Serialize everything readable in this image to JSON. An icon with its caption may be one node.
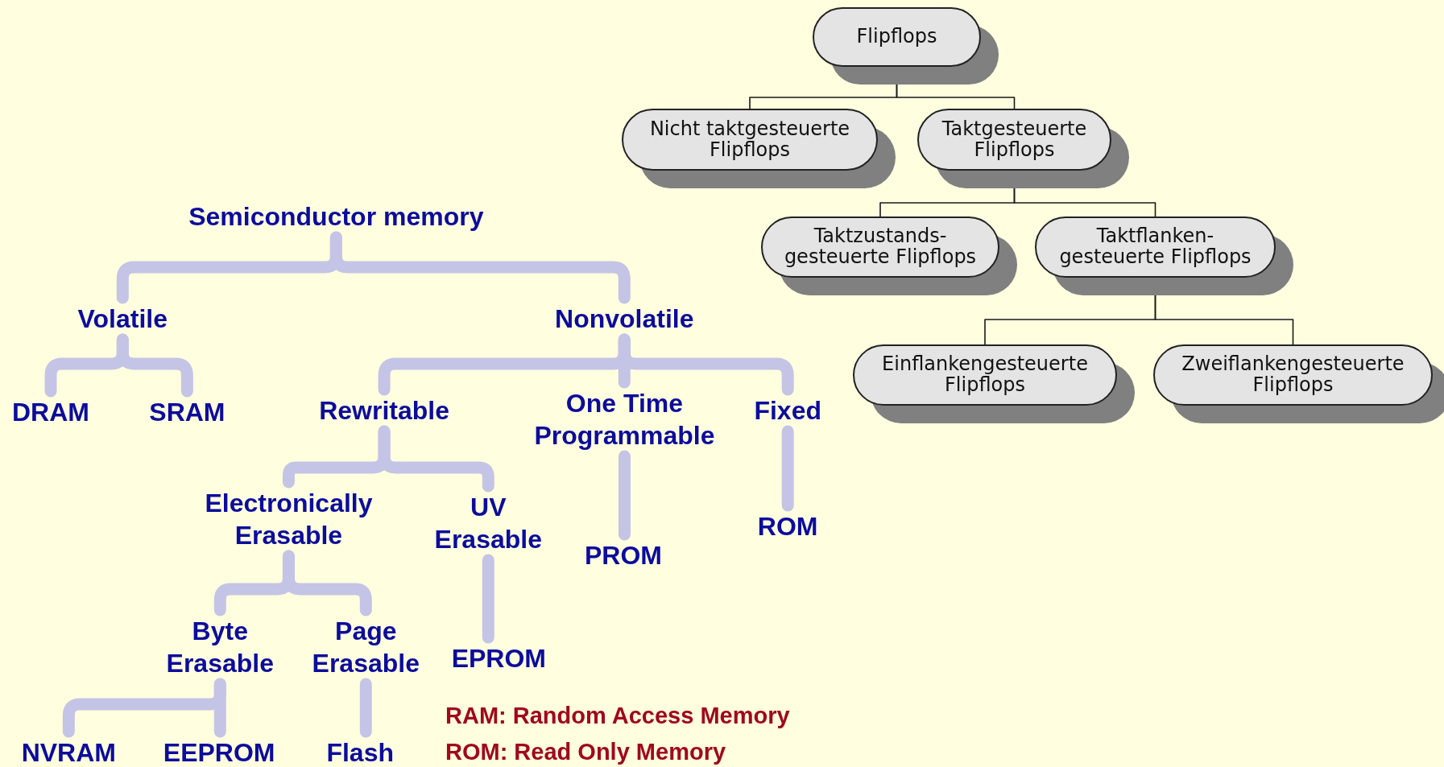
{
  "diagram": {
    "nodes": [
      {
        "text": [
          "Semiconductor memory"
        ]
      },
      {
        "text": [
          "Volatile"
        ]
      },
      {
        "text": [
          "Nonvolatile"
        ]
      },
      {
        "text": [
          "DRAM"
        ]
      },
      {
        "text": [
          "SRAM"
        ]
      },
      {
        "text": [
          "Rewritable"
        ]
      },
      {
        "text": [
          "One Time Programmable"
        ]
      },
      {
        "text": [
          "Fixed"
        ]
      },
      {
        "text": [
          "Electronically Erasable"
        ]
      },
      {
        "text": [
          "UV Erasable"
        ]
      },
      {
        "text": [
          "PROM"
        ]
      },
      {
        "text": [
          "ROM"
        ]
      },
      {
        "text": [
          "Byte Erasable"
        ]
      },
      {
        "text": [
          "Page Erasable"
        ]
      },
      {
        "text": [
          "EPROM"
        ]
      },
      {
        "text": [
          "NVRAM"
        ]
      },
      {
        "text": [
          "EEPROM"
        ]
      },
      {
        "text": [
          "Flash"
        ]
      },
      {
        "text": [
          "Flipflops"
        ]
      },
      {
        "text": [
          "Nicht taktgesteuerte Flipflops"
        ]
      },
      {
        "text": [
          "Taktgesteuerte Flipflops"
        ]
      },
      {
        "text": [
          "Taktzustands- gesteuerte Flipflops"
        ]
      },
      {
        "text": [
          "Taktflanken- gesteuerte Flipflops"
        ]
      },
      {
        "text": [
          "Einflankengesteuerte Flipflops"
        ]
      },
      {
        "text": [
          "Zweiflankengesteuerte Flipflops"
        ]
      }
    ],
    "edges": [
      {
        "from": 0,
        "to": 1,
        "arrow": "none"
      },
      {
        "from": 0,
        "to": 2,
        "arrow": "none"
      },
      {
        "from": 1,
        "to": 3,
        "arrow": "none"
      },
      {
        "from": 1,
        "to": 4,
        "arrow": "none"
      },
      {
        "from": 2,
        "to": 5,
        "arrow": "none"
      },
      {
        "from": 2,
        "to": 6,
        "arrow": "none"
      },
      {
        "from": 2,
        "to": 7,
        "arrow": "none"
      },
      {
        "from": 5,
        "to": 8,
        "arrow": "none"
      },
      {
        "from": 5,
        "to": 9,
        "arrow": "none"
      },
      {
        "from": 6,
        "to": 10,
        "arrow": "none"
      },
      {
        "from": 7,
        "to": 11,
        "arrow": "none"
      },
      {
        "from": 8,
        "to": 12,
        "arrow": "none"
      },
      {
        "from": 8,
        "to": 13,
        "arrow": "none"
      },
      {
        "from": 9,
        "to": 14,
        "arrow": "none"
      },
      {
        "from": 12,
        "to": 15,
        "arrow": "none"
      },
      {
        "from": 12,
        "to": 16,
        "arrow": "none"
      },
      {
        "from": 13,
        "to": 17,
        "arrow": "none"
      },
      {
        "from": 18,
        "to": 19,
        "arrow": "none",
        "color": "#1a1a1a"
      },
      {
        "from": 18,
        "to": 20,
        "arrow": "none",
        "color": "#1a1a1a"
      },
      {
        "from": 20,
        "to": 21,
        "arrow": "none",
        "color": "#1a1a1a"
      },
      {
        "from": 20,
        "to": 22,
        "arrow": "none",
        "color": "#1a1a1a"
      },
      {
        "from": 22,
        "to": 23,
        "arrow": "none",
        "color": "#1a1a1a"
      },
      {
        "from": 22,
        "to": 24,
        "arrow": "none",
        "color": "#1a1a1a"
      }
    ],
    "labels": [
      "RAM: Random Access Memory",
      "ROM: Read Only Memory"
    ]
  }
}
